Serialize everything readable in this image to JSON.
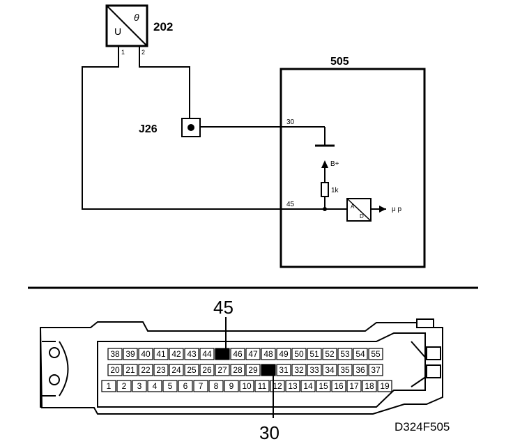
{
  "sensor": {
    "id": "202",
    "letter_u": "U",
    "letter_theta": "θ",
    "pin1": "1",
    "pin2": "2"
  },
  "connector_j": {
    "id": "J26"
  },
  "ecu": {
    "id": "505",
    "pin30": "30",
    "pin45": "45",
    "bplus": "B+",
    "resistor": "1k",
    "ad_a": "A",
    "ad_d": "D",
    "output": "μ p"
  },
  "connector": {
    "highlight_top": "45",
    "highlight_bottom": "30",
    "row_top": [
      "38",
      "39",
      "40",
      "41",
      "42",
      "43",
      "44",
      "45",
      "46",
      "47",
      "48",
      "49",
      "50",
      "51",
      "52",
      "53",
      "54",
      "55"
    ],
    "row_mid": [
      "20",
      "21",
      "22",
      "23",
      "24",
      "25",
      "26",
      "27",
      "28",
      "29",
      "30",
      "31",
      "32",
      "33",
      "34",
      "35",
      "36",
      "37"
    ],
    "row_bot": [
      "1",
      "2",
      "3",
      "4",
      "5",
      "6",
      "7",
      "8",
      "9",
      "10",
      "11",
      "12",
      "13",
      "14",
      "15",
      "16",
      "17",
      "18",
      "19"
    ]
  },
  "figure_code": "D324F505"
}
